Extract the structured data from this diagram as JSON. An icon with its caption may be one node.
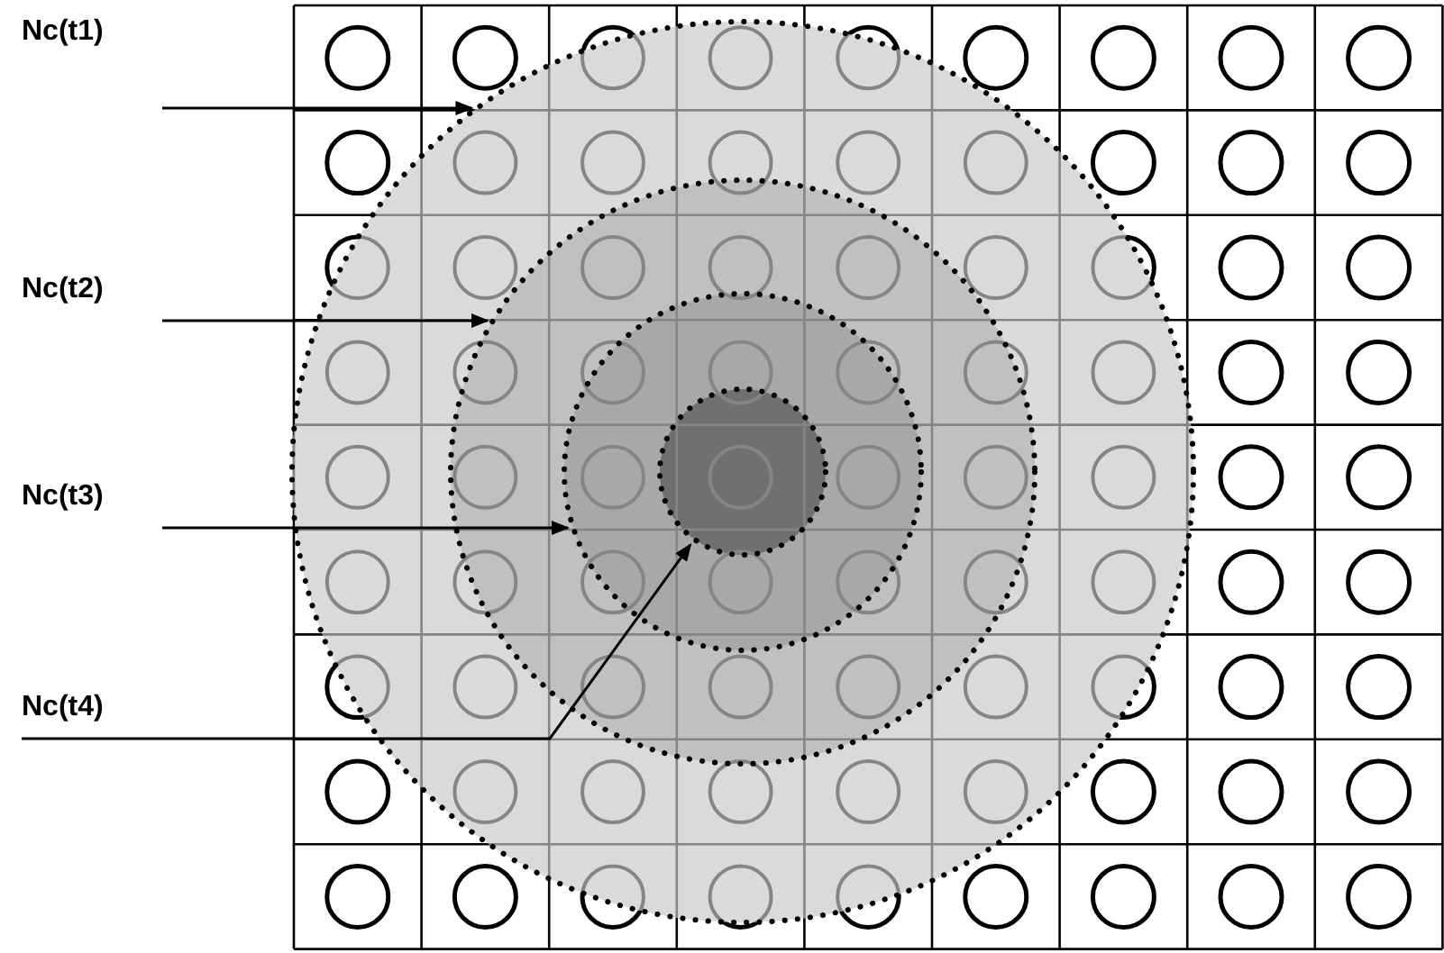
{
  "diagram": {
    "nodes": [
      {
        "text": [],
        "shape": "circle"
      },
      {
        "text": [],
        "shape": "circle",
        "in": 0
      },
      {
        "text": [],
        "shape": "circle",
        "in": 1
      },
      {
        "text": [],
        "shape": "circle",
        "in": 2
      },
      {
        "text": [
          "Nc(t1)"
        ]
      },
      {
        "text": [
          "Nc(t2)"
        ]
      },
      {
        "text": [
          "Nc(t3)"
        ]
      },
      {
        "text": [
          "Nc(t4)"
        ]
      }
    ],
    "edges": [
      {
        "from": 4,
        "to": 0,
        "arrow": "to"
      },
      {
        "from": 5,
        "to": 1,
        "arrow": "to"
      },
      {
        "from": 6,
        "to": 2,
        "arrow": "to"
      },
      {
        "from": 7,
        "to": 3,
        "arrow": "to"
      }
    ]
  }
}
